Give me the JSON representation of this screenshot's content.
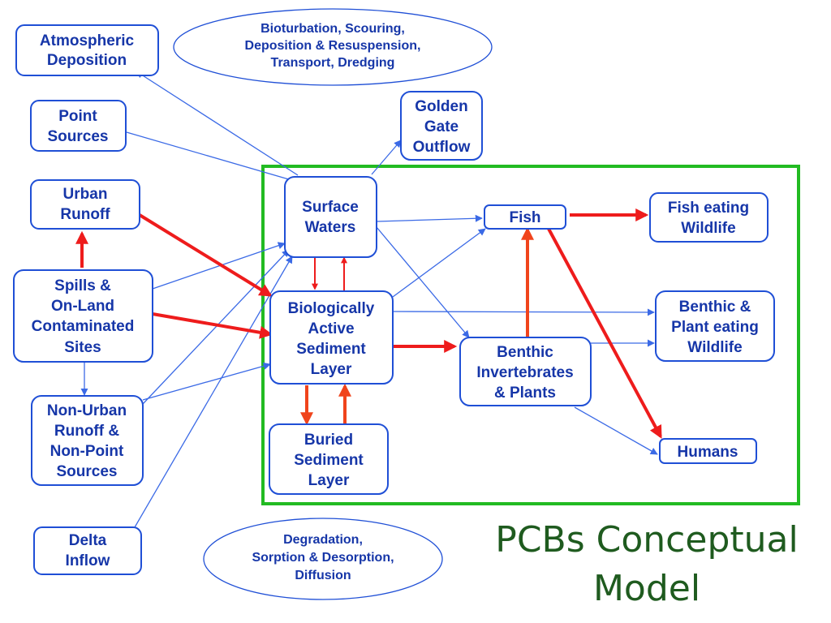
{
  "boxes": {
    "atmospheric_deposition": [
      "Atmospheric",
      "Deposition"
    ],
    "point_sources": [
      "Point",
      "Sources"
    ],
    "urban_runoff": [
      "Urban",
      "Runoff"
    ],
    "spills": [
      "Spills &",
      "On-Land",
      "Contaminated",
      "Sites"
    ],
    "non_urban_runoff": [
      "Non-Urban",
      "Runoff &",
      "Non-Point",
      "Sources"
    ],
    "delta_inflow": [
      "Delta",
      "Inflow"
    ],
    "surface_waters": [
      "Surface",
      "Waters"
    ],
    "golden_gate": [
      "Golden",
      "Gate",
      "Outflow"
    ],
    "fish": [
      "Fish"
    ],
    "fish_eating_wildlife": [
      "Fish eating",
      "Wildlife"
    ],
    "bio_sediment": [
      "Biologically",
      "Active",
      "Sediment",
      "Layer"
    ],
    "benthic_invertebrates": [
      "Benthic",
      "Invertebrates",
      "& Plants"
    ],
    "benthic_wildlife": [
      "Benthic &",
      "Plant eating",
      "Wildlife"
    ],
    "buried_sediment": [
      "Buried",
      "Sediment",
      "Layer"
    ],
    "humans": [
      "Humans"
    ]
  },
  "ovals": {
    "top_processes": [
      "Bioturbation, Scouring,",
      "Deposition & Resuspension,",
      "Transport, Dredging"
    ],
    "bottom_processes": [
      "Degradation,",
      "Sorption & Desorption,",
      "Diffusion"
    ]
  },
  "title": [
    "PCBs Conceptual",
    "Model"
  ],
  "colors": {
    "box_border": "#1f4fd6",
    "box_text": "#1636a8",
    "flow_arrow_thin": "#3b6ae6",
    "flow_arrow_thick": "#ee1c1c",
    "bay_frame": "#22bb22",
    "title": "#1f5b1f"
  }
}
